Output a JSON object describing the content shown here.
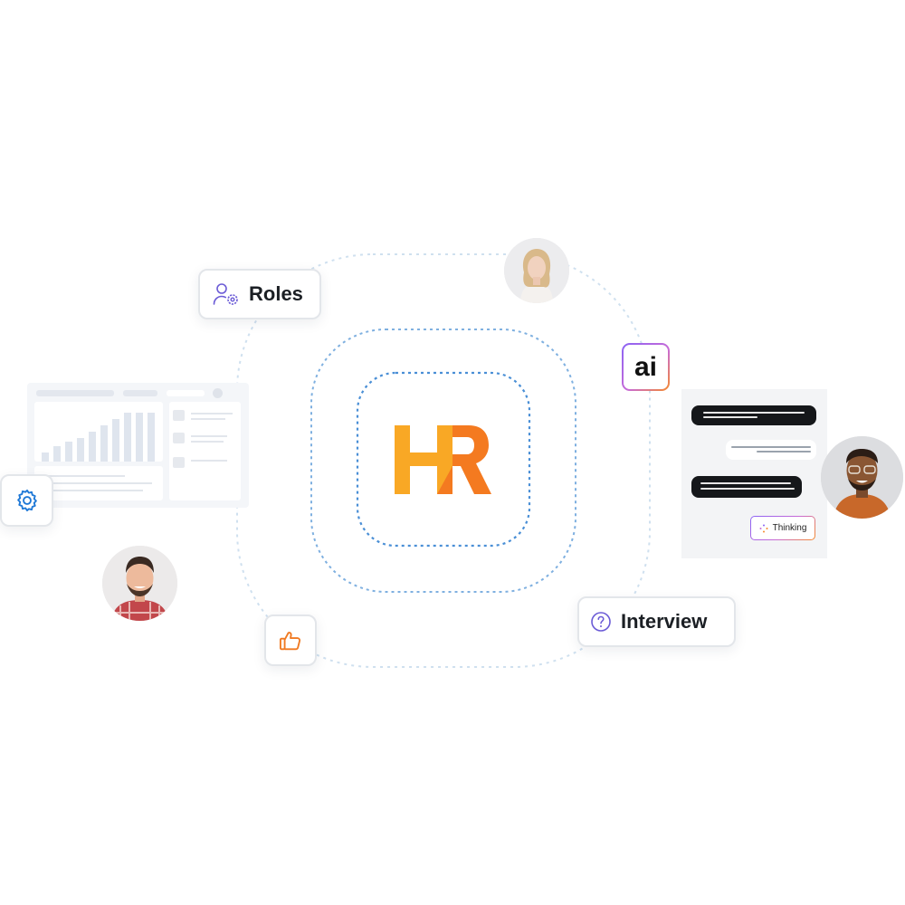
{
  "brand": {
    "logo_text": "HR",
    "colors": {
      "yellow": "#F9A825",
      "orange": "#F47A20",
      "ring_blue": "#4a8fd6",
      "ring_light": "#cfe0ef"
    }
  },
  "labels": {
    "roles": "Roles",
    "interview": "Interview",
    "ai": "ai",
    "thinking": "Thinking"
  },
  "icons": {
    "roles": "user-gear-icon",
    "interview": "question-circle-icon",
    "settings": "gear-icon",
    "thumbs_up": "thumbs-up-icon",
    "thinking": "sparkle-icon"
  }
}
